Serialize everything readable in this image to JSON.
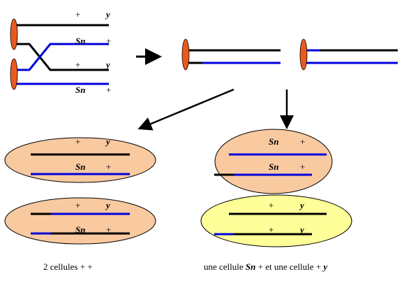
{
  "labels": {
    "plus": "+",
    "y": "y",
    "sn": "Sn"
  },
  "captions": {
    "left": "2 cellules + +",
    "right_part1": "une cellule",
    "right_sn": "Sn",
    "right_part2": "+ et une cellule +",
    "right_y": "y"
  },
  "colors": {
    "black_chromatid": "#000000",
    "blue_chromatid": "#0000dd",
    "centromere_fill": "#e85a1e",
    "cell_orange": "#f9c9a0",
    "cell_yellow": "#ffff99"
  }
}
